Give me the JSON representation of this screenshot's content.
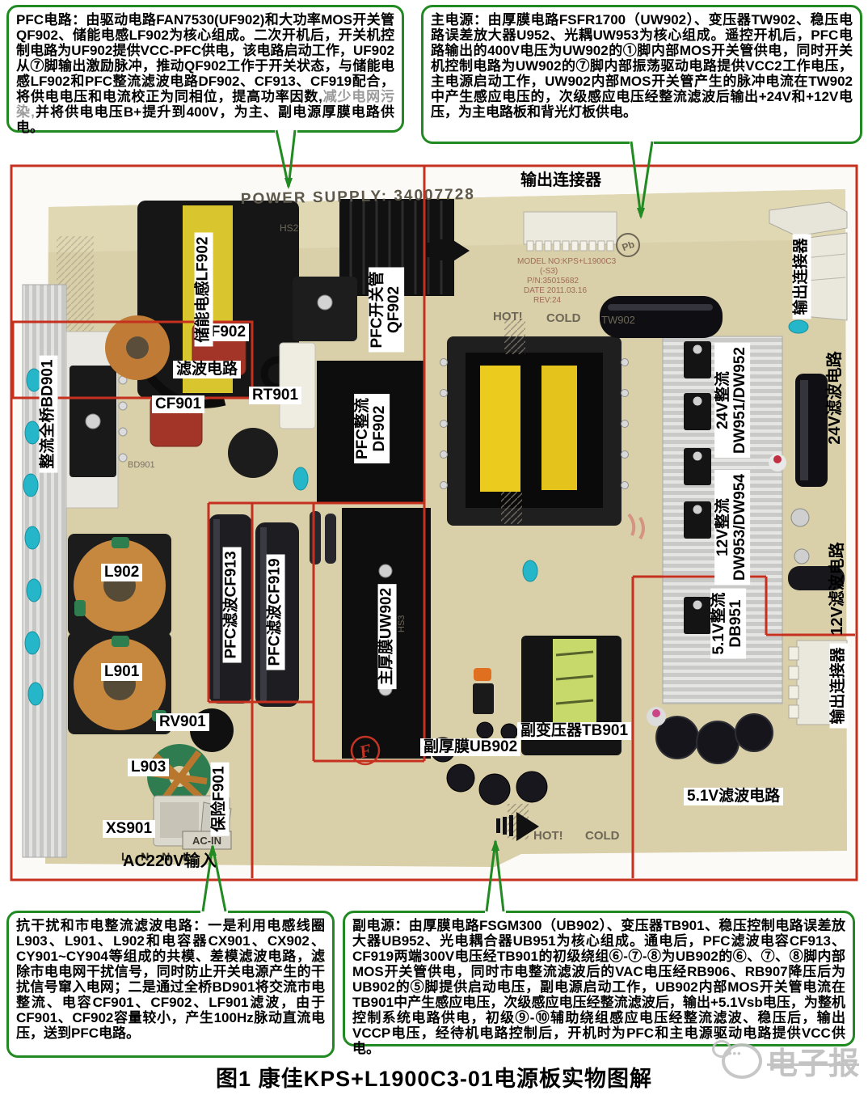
{
  "colors": {
    "annotation_red": "#c5301f",
    "callout_green": "#228a22",
    "board_beige": "#d9cfa8"
  },
  "callouts": {
    "pfc": {
      "seg1": "PFC电路：由驱动电路FAN7530(UF902)和大功率MOS开关管QF902、储能电感LF902为核心组成。二次开机后，开关机控制电路为UF902提供VCC-PFC供电，该电路启动工作，UF902从⑦脚输出激励脉冲，推动QF902工作于开关状态，与储能电感LF902和PFC整流滤波电路DF902、CF913、CF919配合，将供电电压和电流校正为同相位，提高功率因数,",
      "seg2": "减少电网污染,",
      "seg3": "并将供电电压B+提升到400V，为主、副电源厚膜电路供电。"
    },
    "main": {
      "text": "主电源：由厚膜电路FSFR1700（UW902）、变压器TW902、稳压电路误差放大器U952、光耦UW953为核心组成。遥控开机后，PFC电路输出的400V电压为UW902的①脚内部MOS开关管供电，同时开关机控制电路为UW902的⑦脚内部振荡驱动电路提供VCC2工作电压，主电源启动工作，UW902内部MOS开关管产生的脉冲电流在TW902中产生感应电压的，次级感应电压经整流滤波后输出+24V和+12V电压，为主电路板和背光灯板供电。"
    },
    "emi": {
      "text": "抗干扰和市电整流滤波电路：一是利用电感线圈L903、L901、L902和电容器CX901、CX902、CY901~CY904等组成的共模、差模滤波电路，滤除市电电网干扰信号，同时防止开关电源产生的干扰信号窜入电网；二是通过全桥BD901将交流市电整流、电容CF901、CF902、LF901滤波，由于CF901、CF902容量较小，产生100Hz脉动直流电压，送到PFC电路。"
    },
    "aux": {
      "text": "副电源：由厚膜电路FSGM300（UB902）、变压器TB901、稳压控制电路误差放大器UB952、光电耦合器UB951为核心组成。通电后，PFC滤波电容CF913、CF919两端300V电压经TB901的初级绕组⑥-⑦-⑧为UB902的⑥、⑦、⑧脚内部MOS开关管供电，同时市电整流滤波后的VAC电压经RB906、RB907降压后为UB902的⑤脚提供启动电压，副电源启动工作，UB902内部MOS开关管电流在TB901中产生感应电压，次级感应电压经整流滤波后，输出+5.1Vsb电压，为整机控制系统电路供电，初级⑨-⑩辅助绕组感应电压经整流滤波、稳压后，输出VCCP电压，经待机电路控制后，开机时为PFC和主电源驱动电路提供VCC供电。"
    }
  },
  "labels": {
    "lf902": "储能电感LF902",
    "qf902_l1": "PFC开关管",
    "qf902_l2": "QF902",
    "cf902": "CF902",
    "filter": "滤波电路",
    "cf901": "CF901",
    "bd901": "整流全桥BD901",
    "rt901": "RT901",
    "df902_l1": "PFC整流",
    "df902_l2": "DF902",
    "l902": "L902",
    "l901": "L901",
    "cf913": "PFC滤波CF913",
    "cf919": "PFC滤波CF919",
    "uw902": "主厚膜UW902",
    "rv901": "RV901",
    "l903": "L903",
    "f901": "保险F901",
    "xs901": "XS901",
    "ac220": "AC220V输入",
    "ub902": "副厚膜UB902",
    "tb901": "副变压器TB901",
    "out_top": "输出连接器",
    "out_right_top": "输出连接器",
    "out_right_bottom": "输出连接器",
    "dw951_l1": "24V整流",
    "dw951_l2": "DW951/DW952",
    "v24_filter": "24V滤波电路",
    "dw953_l1": "12V整流",
    "dw953_l2": "DW953/DW954",
    "v12_filter": "12V滤波电路",
    "db951_l1": "5.1V整流",
    "db951_l2": "DB951",
    "v51_filter": "5.1V滤波电路"
  },
  "silkscreen": {
    "power_supply": "POWER SUPPLY: 34007728",
    "hs2": "HS2",
    "hs3": "HS3",
    "hot": "HOT!",
    "cold": "COLD",
    "tw902": "TW902",
    "model_l1": "MODEL NO:KPS+L1900C3",
    "model_l2": "(-S3)",
    "model_l3": "P/N:35015682",
    "model_l4": "DATE 2011.03.16",
    "model_l5": "REV:24",
    "ac_in": "AC-IN",
    "pins": "L  N  N  L",
    "bd901": "BD901",
    "stamp_f": "F",
    "pb": "Pb"
  },
  "figure": {
    "caption": "图1 康佳KPS+L1900C3-01电源板实物图解"
  },
  "watermark": {
    "text": "电子报"
  }
}
